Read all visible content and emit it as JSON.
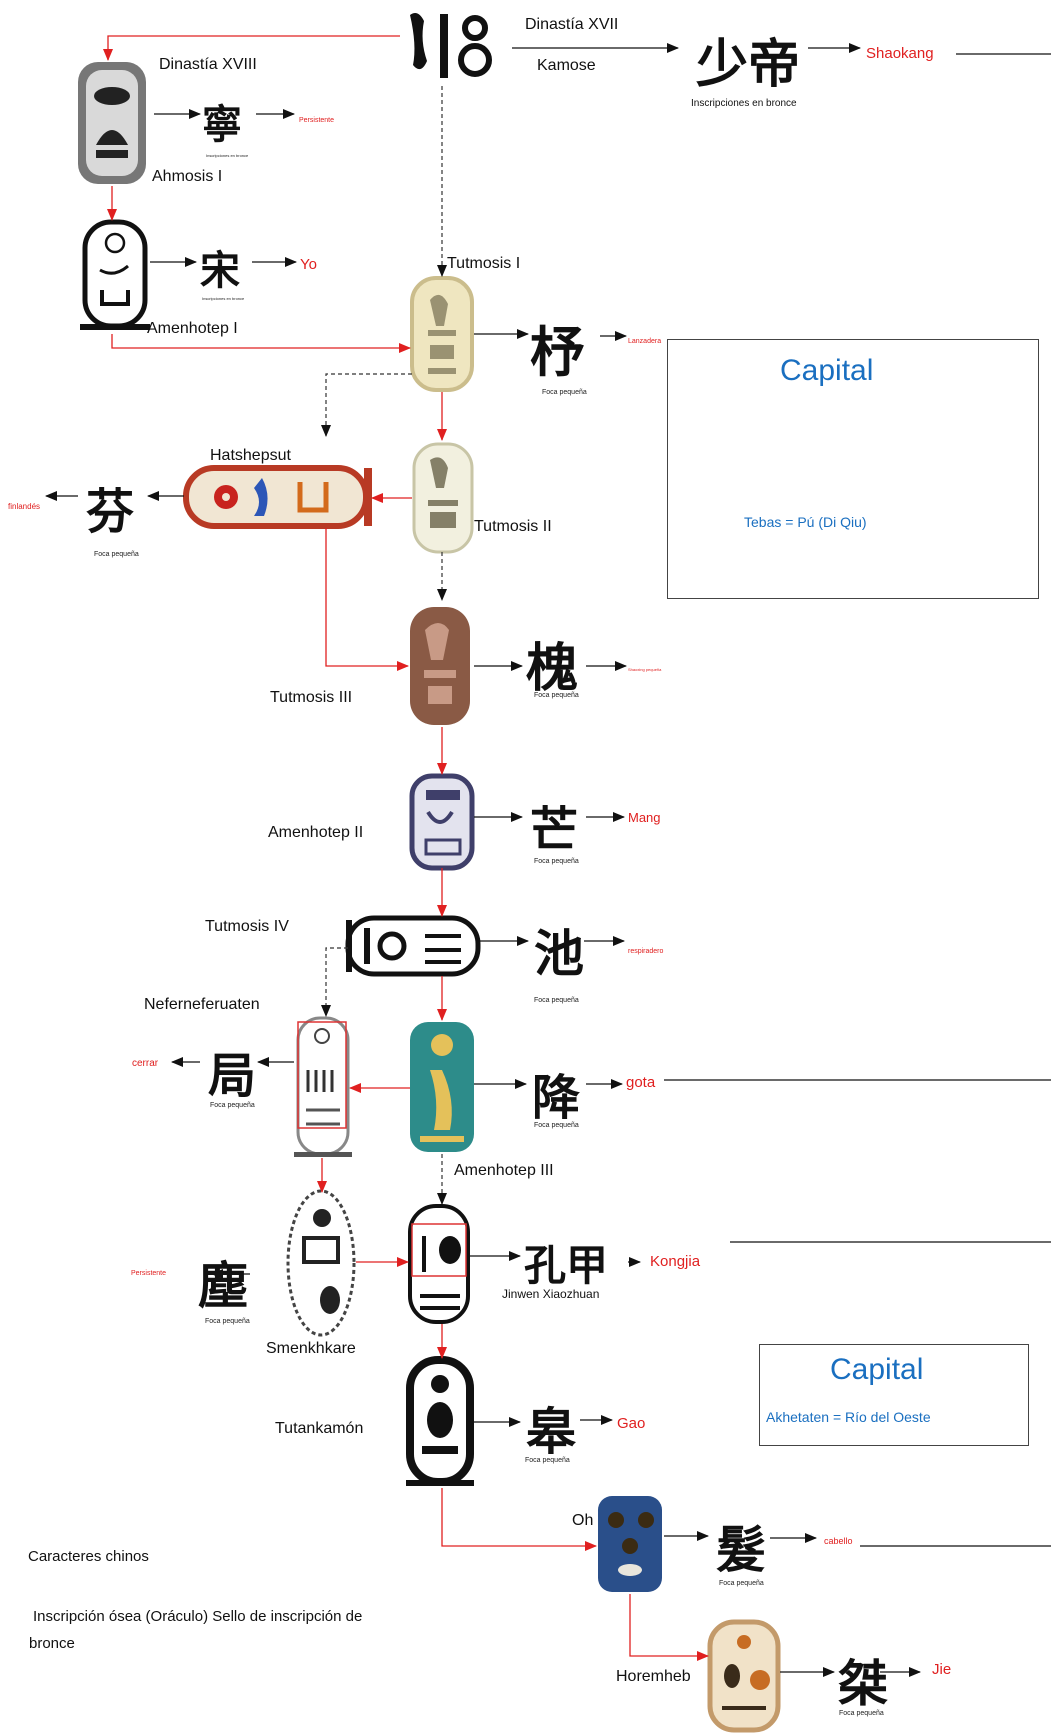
{
  "labels": {
    "dyn17": "Dinastía XVII",
    "kamose": "Kamose",
    "dyn18": "Dinastía XVIII",
    "ahmosis": "Ahmosis I",
    "amenhotep1": "Amenhotep I",
    "tutmosis1": "Tutmosis I",
    "hatshepsut": "Hatshepsut",
    "tutmosis2": "Tutmosis II",
    "tutmosis3": "Tutmosis III",
    "amenhotep2": "Amenhotep II",
    "tutmosis4": "Tutmosis IV",
    "neferneferuaten": "Neferneferuaten",
    "amenhotep3": "Amenhotep III",
    "smenkhkare": "Smenkhkare",
    "tutankamon": "Tutankamón",
    "oh": "Oh",
    "horemheb": "Horemheb"
  },
  "results": {
    "shaokang": "Shaokang",
    "persistente_top": "Persistente",
    "yo": "Yo",
    "lanzadera": "Lanzadera",
    "finlandes": "finlandés",
    "mang": "Mang",
    "respiradero": "respiradero",
    "cerrar": "cerrar",
    "gota": "gota",
    "persistente_mid": "Persistente",
    "kongjia": "Kongjia",
    "gao": "Gao",
    "cabello": "cabello",
    "jie": "Jie",
    "shaoxing": "Shaoxing pequeña"
  },
  "captions": {
    "bronce": "Inscripciones en bronce",
    "foca": "Foca pequeña",
    "jinwen": "Jinwen Xiaozhuan"
  },
  "capital1": {
    "title": "Capital",
    "text": "Tebas = Pú (Di Qiu)"
  },
  "capital2": {
    "title": "Capital",
    "text": "Akhetaten = Río del Oeste"
  },
  "legend": {
    "line1": "Caracteres chinos",
    "line2": "Inscripción ósea (Oráculo) Sello de inscripción de",
    "line3": "bronce"
  },
  "colors": {
    "red": "#e02020",
    "blue": "#1a6fc0",
    "black": "#111111"
  }
}
